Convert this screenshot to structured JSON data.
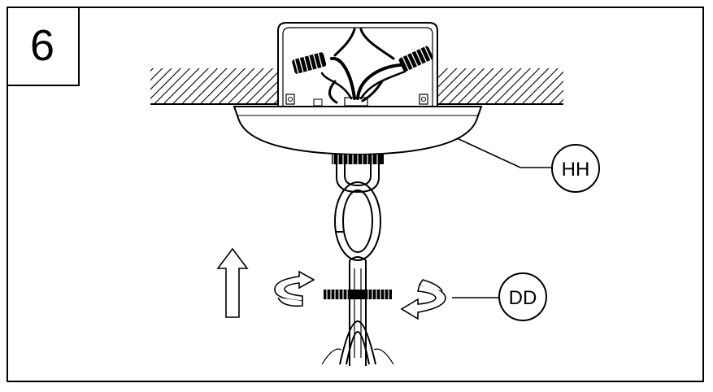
{
  "step": {
    "number": "6"
  },
  "callouts": [
    {
      "id": "HH",
      "label": "HH"
    },
    {
      "id": "DD",
      "label": "DD"
    }
  ],
  "colors": {
    "ink": "#000000",
    "background": "#ffffff"
  }
}
